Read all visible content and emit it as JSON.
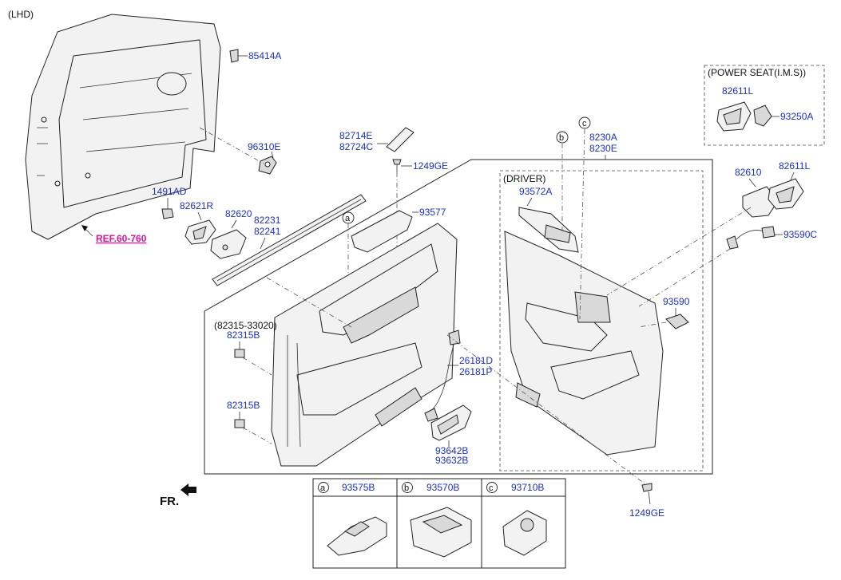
{
  "header": {
    "variant": "(LHD)"
  },
  "ref_link": "REF.60-760",
  "direction": "FR.",
  "parts": {
    "p85414A": "85414A",
    "p96310E": "96310E",
    "p1491AD": "1491AD",
    "p82621R": "82621R",
    "p82620": "82620",
    "p82231": "82231",
    "p82241": "82241",
    "p82714E": "82714E",
    "p82724C": "82724C",
    "p1249GE_top": "1249GE",
    "p93577": "93577",
    "p8230A": "8230A",
    "p8230E": "8230E",
    "p93572A": "93572A",
    "p82315_note": "(82315-33020)",
    "p82315B_top": "82315B",
    "p82315B_bot": "82315B",
    "p26181D": "26181D",
    "p26181P": "26181P",
    "p93642B": "93642B",
    "p93632B": "93632B",
    "p82610": "82610",
    "p82611L_right": "82611L",
    "p93590C": "93590C",
    "p93590": "93590",
    "p1249GE_bot": "1249GE"
  },
  "power_seat": {
    "title": "(POWER SEAT(I.M.S))",
    "p82611L": "82611L",
    "p93250A": "93250A"
  },
  "driver_box": {
    "title": "(DRIVER)"
  },
  "callouts": {
    "a": "a",
    "b": "b",
    "c": "c"
  },
  "legend": [
    {
      "key": "a",
      "part": "93575B"
    },
    {
      "key": "b",
      "part": "93570B"
    },
    {
      "key": "c",
      "part": "93710B"
    }
  ]
}
